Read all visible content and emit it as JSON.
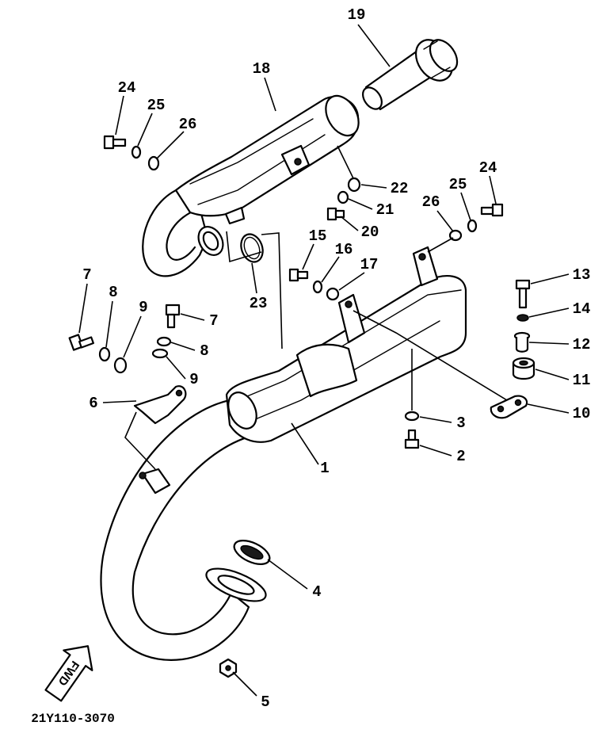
{
  "diagram": {
    "callouts": [
      "19",
      "18",
      "24",
      "25",
      "26",
      "22",
      "21",
      "20",
      "26",
      "25",
      "24",
      "15",
      "16",
      "17",
      "13",
      "14",
      "12",
      "11",
      "10",
      "7",
      "8",
      "9",
      "7",
      "8",
      "9",
      "6",
      "23",
      "3",
      "2",
      "1",
      "4",
      "5"
    ],
    "fwd_label": "FWD",
    "figure_code": "21Y110-3070"
  }
}
